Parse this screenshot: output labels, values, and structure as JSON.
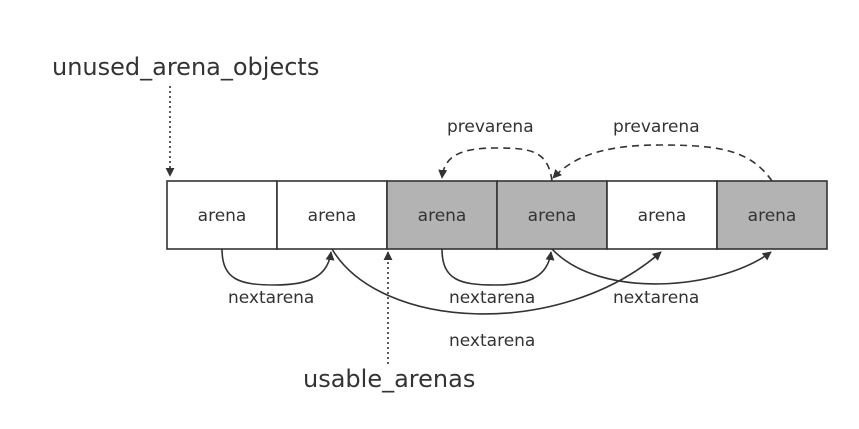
{
  "pointers": {
    "unused": "unused_arena_objects",
    "usable": "usable_arenas"
  },
  "arenas": [
    {
      "label": "arena",
      "fill": "#ffffff"
    },
    {
      "label": "arena",
      "fill": "#ffffff"
    },
    {
      "label": "arena",
      "fill": "#b3b3b3"
    },
    {
      "label": "arena",
      "fill": "#b3b3b3"
    },
    {
      "label": "arena",
      "fill": "#ffffff"
    },
    {
      "label": "arena",
      "fill": "#b3b3b3"
    }
  ],
  "links": {
    "prevarena": "prevarena",
    "nextarena": "nextarena"
  },
  "colors": {
    "stroke": "#333333",
    "used": "#b3b3b3",
    "free": "#ffffff"
  }
}
